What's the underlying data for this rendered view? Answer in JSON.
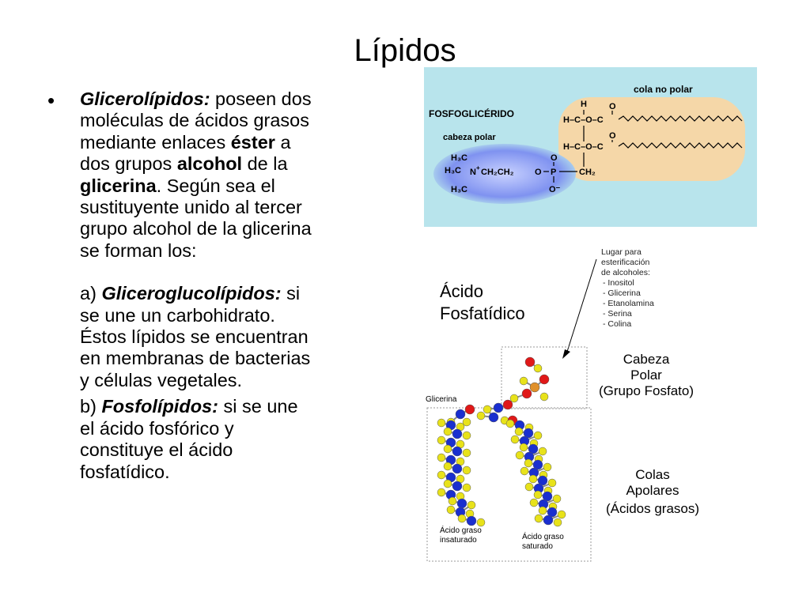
{
  "slide": {
    "title": "Lípidos",
    "bullet": {
      "term": "Glicerolípidos:",
      "text_1": " poseen dos moléculas de ácidos grasos mediante enlaces ",
      "bold_1": "éster",
      "text_2": " a dos grupos ",
      "bold_2": "alcohol",
      "text_3": " de la ",
      "bold_3": "glicerina",
      "text_4": ". Según sea el sustituyente unido al tercer grupo alcohol de la glicerina se forman los:",
      "a_label": "a) ",
      "a_term": "Gliceroglucolípidos:",
      "a_text": " si se une un carbohidrato. Éstos lípidos se encuentran en membranas de bacterias y células vegetales.",
      "b_label": "b) ",
      "b_term": "Fosfolípidos:",
      "b_text": " si se une el ácido fosfórico y constituye el ácido fosfatídico."
    }
  },
  "figure_phospho": {
    "title": "FOSFOGLICÉRIDO",
    "head_label": "cabeza polar",
    "tail_label": "cola no polar",
    "atoms": {
      "h": "H",
      "c": "C",
      "o": "O",
      "n": "N",
      "p": "P",
      "n_plus": "+",
      "dash": "–",
      "ominus": "O⁻",
      "h3c": "H₃C",
      "ch2ch2": "CH₂CH₂",
      "ch2": "CH₂",
      "row_top": "H–C–O–C",
      "row_mid": "H–C–O–C"
    },
    "colors": {
      "background": "#b8e4ec",
      "tail_fill": "#f5d7a8",
      "head_fill": "#7f92f0"
    }
  },
  "figure_acid": {
    "title_line1": "Ácido",
    "title_line2": "Fosfatídico",
    "note_lines": [
      "Lugar para",
      "esterificación",
      "de alcoholes:",
      "- Inositol",
      "- Glicerina",
      "- Etanolamina",
      "- Serina",
      "- Colina"
    ],
    "head_lines": [
      "Cabeza",
      "Polar",
      "(Grupo Fosfato)"
    ],
    "tail_lines": [
      "Colas",
      "Apolares",
      "(Ácidos grasos)"
    ],
    "glycerol_label": "Glicerina",
    "unsat_lines": [
      "Ácido graso",
      "insaturado"
    ],
    "sat_lines": [
      "Ácido graso",
      "saturado"
    ],
    "colors": {
      "carbon": "#1a2fcf",
      "hydrogen": "#e8e21a",
      "oxygen": "#e01818",
      "phosphorus": "#e0902a"
    }
  }
}
